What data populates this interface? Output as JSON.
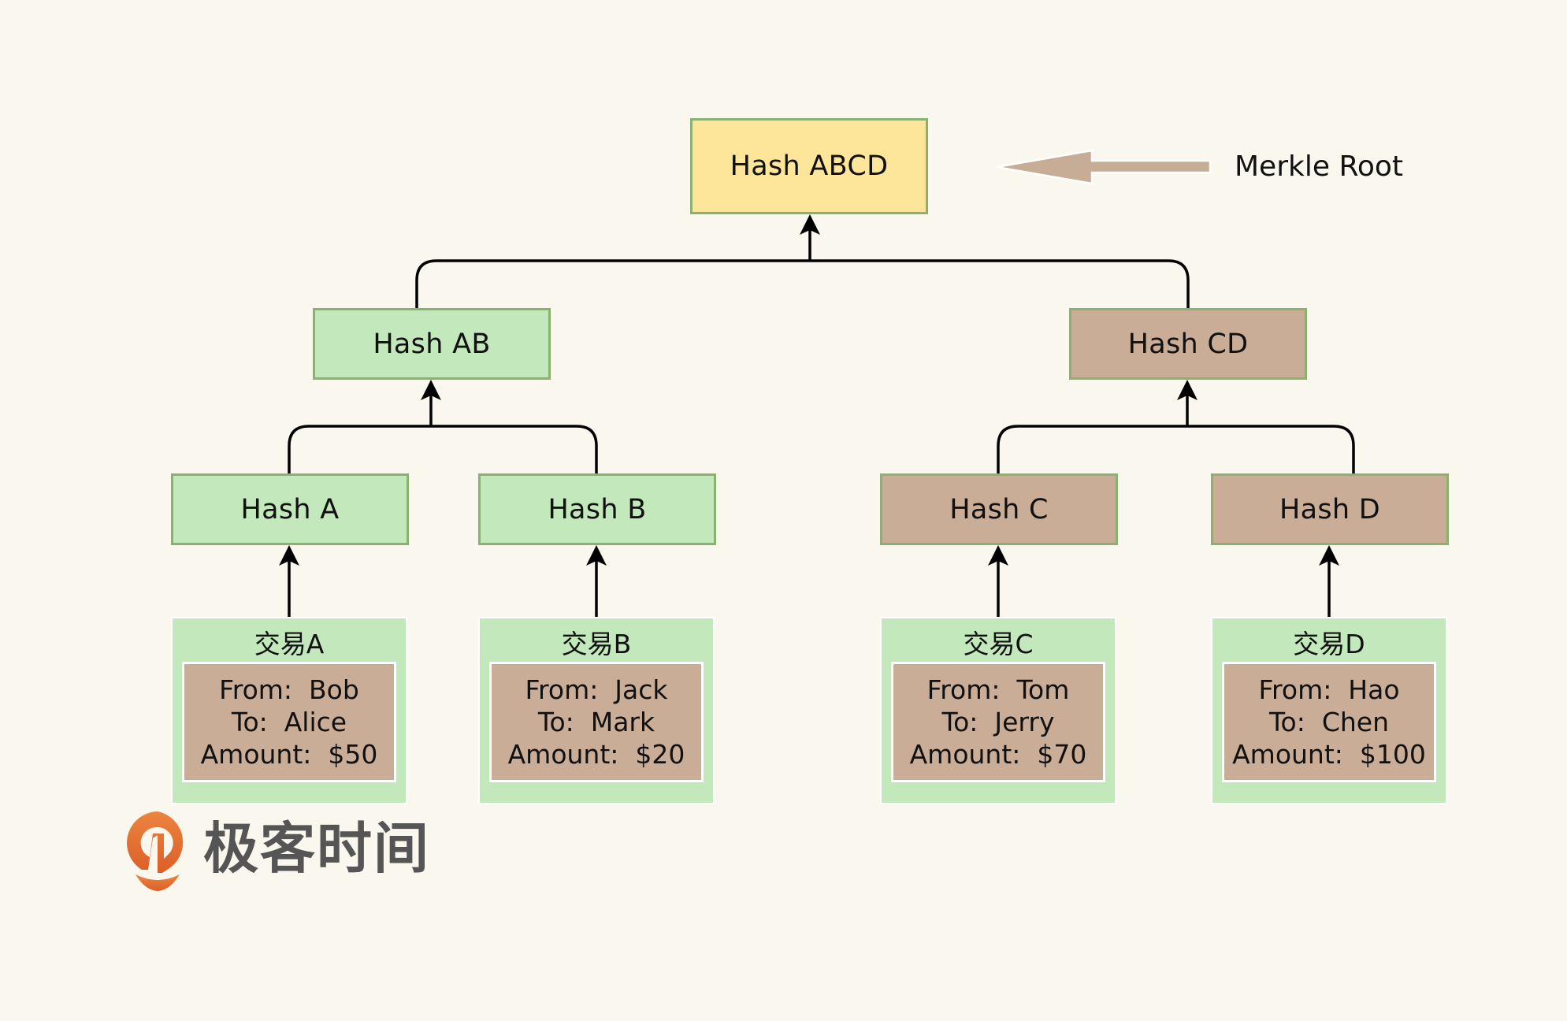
{
  "diagram": {
    "title": "Merkle Tree",
    "root": {
      "label": "Hash ABCD",
      "annotation": "Merkle Root"
    },
    "level1": [
      {
        "id": "ab",
        "label": "Hash AB",
        "style": "green"
      },
      {
        "id": "cd",
        "label": "Hash CD",
        "style": "tan"
      }
    ],
    "level2": [
      {
        "id": "a",
        "label": "Hash A",
        "style": "green"
      },
      {
        "id": "b",
        "label": "Hash B",
        "style": "green"
      },
      {
        "id": "c",
        "label": "Hash C",
        "style": "tan"
      },
      {
        "id": "d",
        "label": "Hash D",
        "style": "tan"
      }
    ],
    "transactions": [
      {
        "title": "交易A",
        "from": "From:  Bob",
        "to": "To:  Alice",
        "amount": "Amount:  $50"
      },
      {
        "title": "交易B",
        "from": "From:  Jack",
        "to": "To:  Mark",
        "amount": "Amount:  $20"
      },
      {
        "title": "交易C",
        "from": "From:  Tom",
        "to": "To:  Jerry",
        "amount": "Amount:  $70"
      },
      {
        "title": "交易D",
        "from": "From:  Hao",
        "to": "To:  Chen",
        "amount": "Amount:  $100"
      }
    ],
    "edges": [
      [
        "tx-a",
        "a"
      ],
      [
        "tx-b",
        "b"
      ],
      [
        "tx-c",
        "c"
      ],
      [
        "tx-d",
        "d"
      ],
      [
        "a",
        "ab"
      ],
      [
        "b",
        "ab"
      ],
      [
        "c",
        "cd"
      ],
      [
        "d",
        "cd"
      ],
      [
        "ab",
        "abcd"
      ],
      [
        "cd",
        "abcd"
      ]
    ]
  },
  "colors": {
    "background": "#faf8ee",
    "green_fill": "#c2e8bc",
    "tan_fill": "#c9ad97",
    "root_fill": "#fde699",
    "node_border": "#8ab26e",
    "pointer_arrow": "#c8ad96",
    "logo_orange": "#e36f32",
    "logo_text": "#555555"
  },
  "logo": {
    "text": "极客时间",
    "icon": "geektime-logo-icon"
  }
}
